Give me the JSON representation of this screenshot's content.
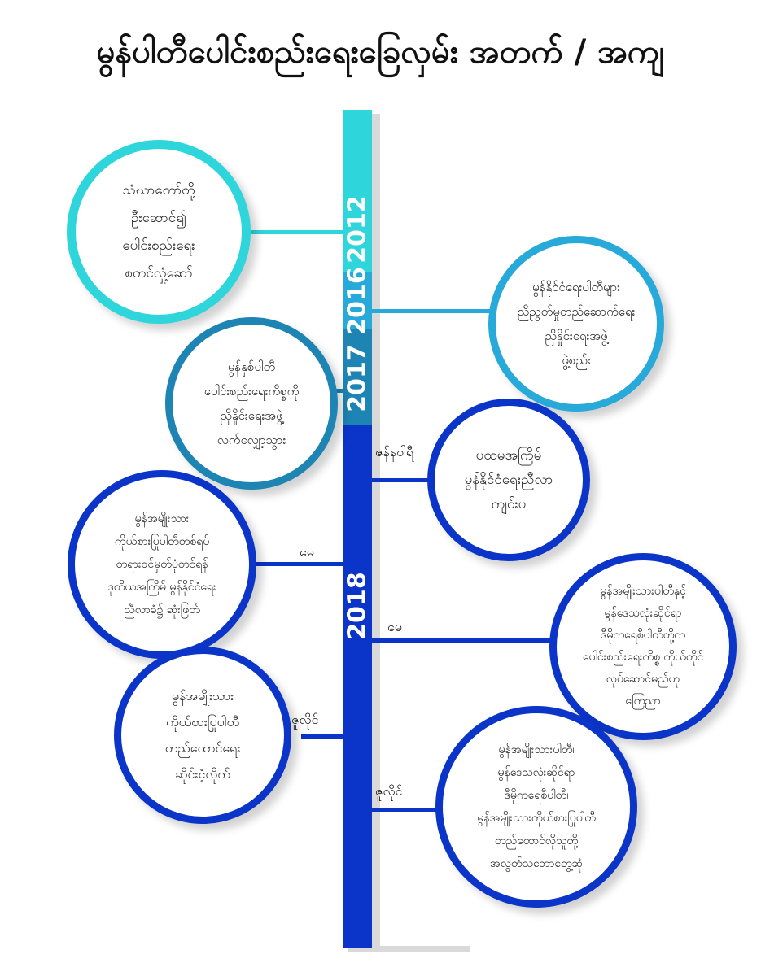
{
  "title": "မွန်ပါတီပေါင်းစည်းရေးခြေလှမ်း အတက် / အကျ",
  "colors": {
    "y2012": "#2ed6dc",
    "y2016": "#27a9da",
    "y2017": "#1d84b4",
    "y2018": "#0b34c8"
  },
  "years": [
    "2012",
    "2016",
    "2017",
    "2018"
  ],
  "events": [
    {
      "year": "2012",
      "month": "",
      "text": "သံဃာတော်တို့\nဦးဆောင်၍\nပေါင်းစည်းရေး\nစတင်လှုံ့ဆော်"
    },
    {
      "year": "2016",
      "month": "",
      "text": "မွန်နိုင်ငံရေးပါတီများ\nညီညွတ်မှုတည်ဆောက်ရေး\nညှိနှိုင်းရေးအဖွဲ့\nဖွဲ့စည်း"
    },
    {
      "year": "2017",
      "month": "",
      "text": "မွန်နှစ်ပါတီ\nပေါင်းစည်းရေးကိစ္စကို\nညှိနှိုင်းရေးအဖွဲ့\nလက်လျှော့သွား"
    },
    {
      "year": "2018",
      "month": "ဇန်နဝါရီ",
      "text": "ပထမအကြိမ်\nမွန်နိုင်ငံရေးညီလာ\nကျင်းပ"
    },
    {
      "year": "2018",
      "month": "မေ",
      "text": "မွန်အမျိုးသား\nကိုယ်စားပြုပါတီတစ်ရပ်\nတရားဝင်မှတ်ပုံတင်ရန်\nဒုတိယအကြိမ် မွန်နိုင်ငံရေး\nညီလာခံ၌ ဆုံးဖြတ်"
    },
    {
      "year": "2018",
      "month": "မေ",
      "text": "မွန်အမျိုးသားပါတီနှင့်\nမွန်ဒေသလုံးဆိုင်ရာ\nဒီမိုကရေစီပါတီတို့က\nပေါင်းစည်းရေးကိစ္စ ကိုယ်တိုင်\nလုပ်ဆောင်မည်ဟု\nကြေညာ"
    },
    {
      "year": "2018",
      "month": "ဇူလိုင်",
      "text": "မွန်အမျိုးသား\nကိုယ်စားပြုပါတီ\nတည်ထောင်ရေး\nဆိုင်းငံ့လိုက်"
    },
    {
      "year": "2018",
      "month": "ဇူလိုင်",
      "text": "မွန်အမျိုးသားပါတီ၊\nမွန်ဒေသလုံးဆိုင်ရာ\nဒီမိုကရေစီပါတီ၊\nမွန်အမျိုးသားကိုယ်စားပြုပါတီ\nတည်ထောင်လိုသူတို့\nအလွတ်သဘောတွေ့ဆုံ"
    }
  ]
}
